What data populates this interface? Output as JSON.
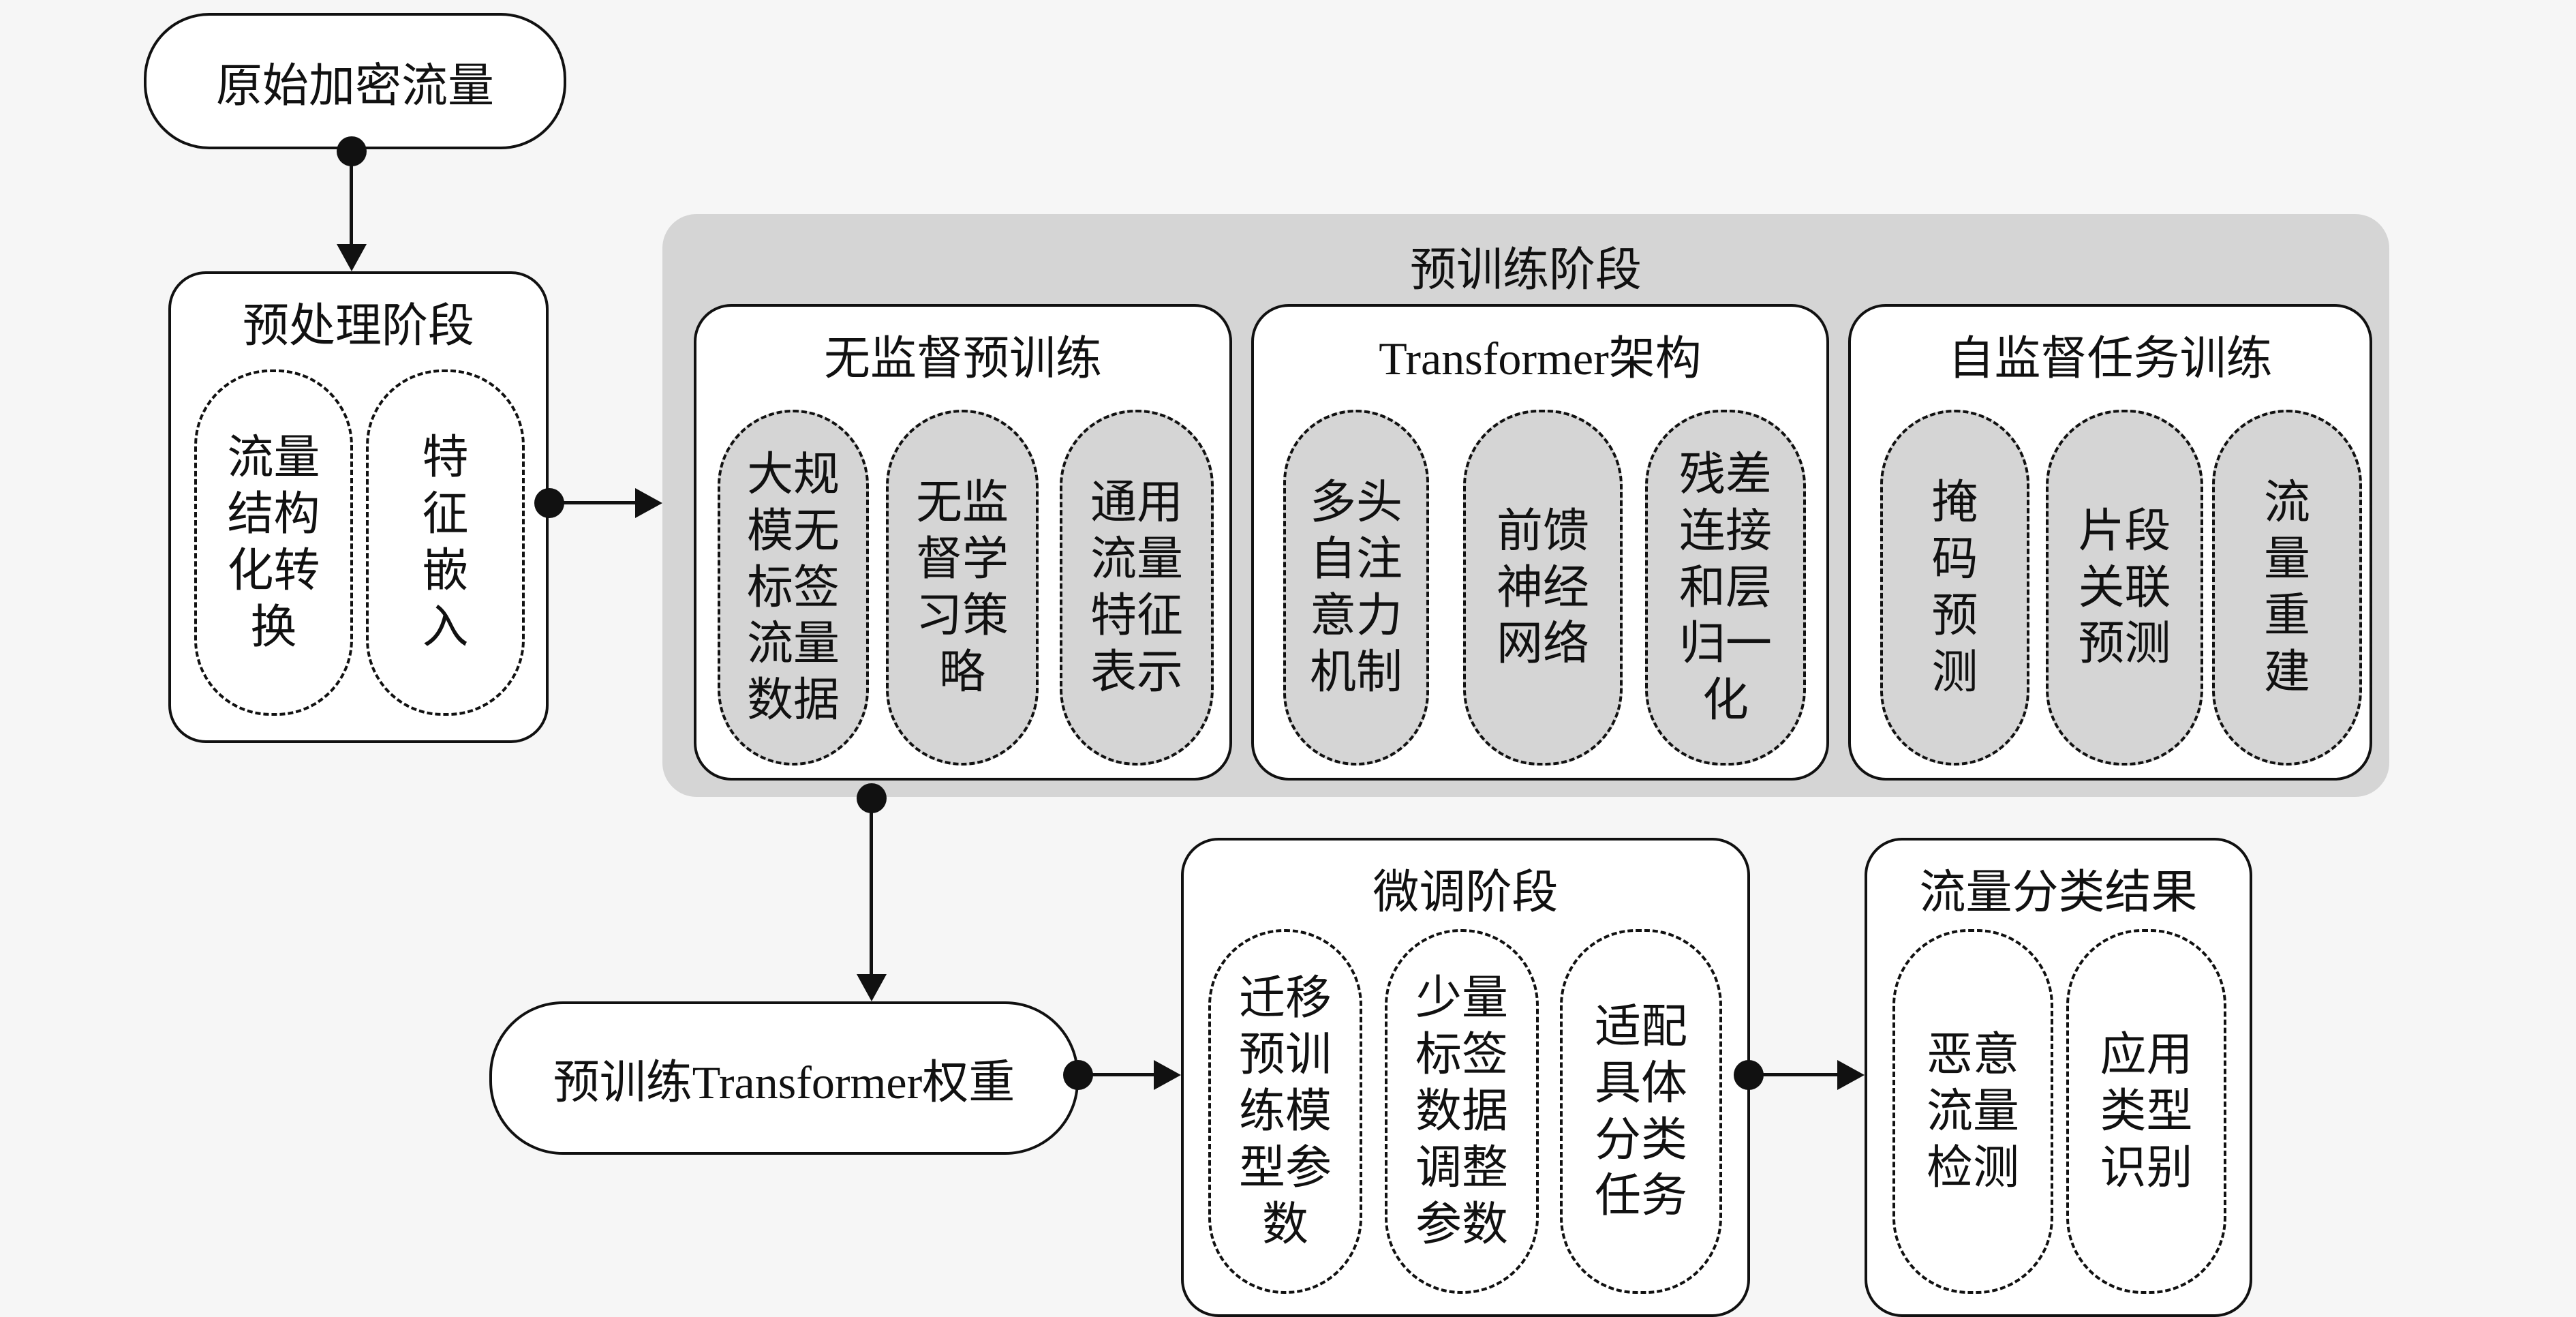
{
  "colors": {
    "background": "#f6f6f6",
    "gray_fill": "#d5d5d5",
    "line": "#111111",
    "box_fill": "#ffffff"
  },
  "raw_traffic": {
    "label": "原始加密流量"
  },
  "preprocess": {
    "title": "预处理阶段",
    "items": [
      {
        "label": "流量\n结构\n化转\n换"
      },
      {
        "label": "特\n征\n嵌\n入"
      }
    ]
  },
  "pretrain": {
    "title": "预训练阶段",
    "groups": [
      {
        "title": "无监督预训练",
        "items": [
          {
            "label": "大规\n模无\n标签\n流量\n数据"
          },
          {
            "label": "无监\n督学\n习策\n略"
          },
          {
            "label": "通用\n流量\n特征\n表示"
          }
        ]
      },
      {
        "title": "Transformer架构",
        "items": [
          {
            "label": "多头\n自注\n意力\n机制"
          },
          {
            "label": "前馈\n神经\n网络"
          },
          {
            "label": "残差\n连接\n和层\n归一\n化"
          }
        ]
      },
      {
        "title": "自监督任务训练",
        "items": [
          {
            "label": "掩\n码\n预\n测"
          },
          {
            "label": "片段\n关联\n预测"
          },
          {
            "label": "流\n量\n重\n建"
          }
        ]
      }
    ]
  },
  "weights": {
    "label": "预训练Transformer权重"
  },
  "finetune": {
    "title": "微调阶段",
    "items": [
      {
        "label": "迁移\n预训\n练模\n型参\n数"
      },
      {
        "label": "少量\n标签\n数据\n调整\n参数"
      },
      {
        "label": "适配\n具体\n分类\n任务"
      }
    ]
  },
  "result": {
    "title": "流量分类结果",
    "items": [
      {
        "label": "恶意\n流量\n检测"
      },
      {
        "label": "应用\n类型\n识别"
      }
    ]
  }
}
